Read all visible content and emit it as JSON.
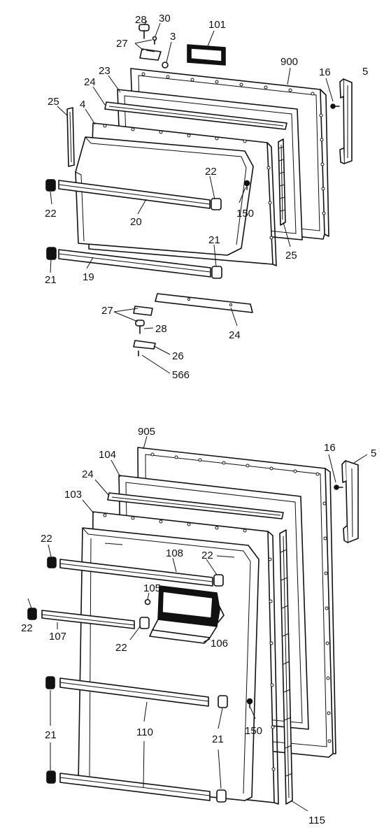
{
  "upper_door": {
    "callouts": {
      "p28a": "28",
      "p30": "30",
      "p27a": "27",
      "p3": "3",
      "p101": "101",
      "p900": "900",
      "p16a": "16",
      "p5a": "5",
      "p23": "23",
      "p24a": "24",
      "p25a": "25",
      "p4": "4",
      "p22a": "22",
      "p22b": "22",
      "p150a": "150",
      "p20": "20",
      "p21a": "21",
      "p21b": "21",
      "p25b": "25",
      "p19": "19",
      "p27b": "27",
      "p28b": "28",
      "p24b": "24",
      "p26": "26",
      "p566": "566"
    }
  },
  "lower_door": {
    "callouts": {
      "p905": "905",
      "p16b": "16",
      "p5b": "5",
      "p104": "104",
      "p24c": "24",
      "p103": "103",
      "p22c": "22",
      "p108": "108",
      "p22d": "22",
      "p105": "105",
      "p22e": "22",
      "p107": "107",
      "p22f": "22",
      "p106": "106",
      "p150b": "150",
      "p21c": "21",
      "p110": "110",
      "p21d": "21",
      "p115": "115"
    }
  }
}
